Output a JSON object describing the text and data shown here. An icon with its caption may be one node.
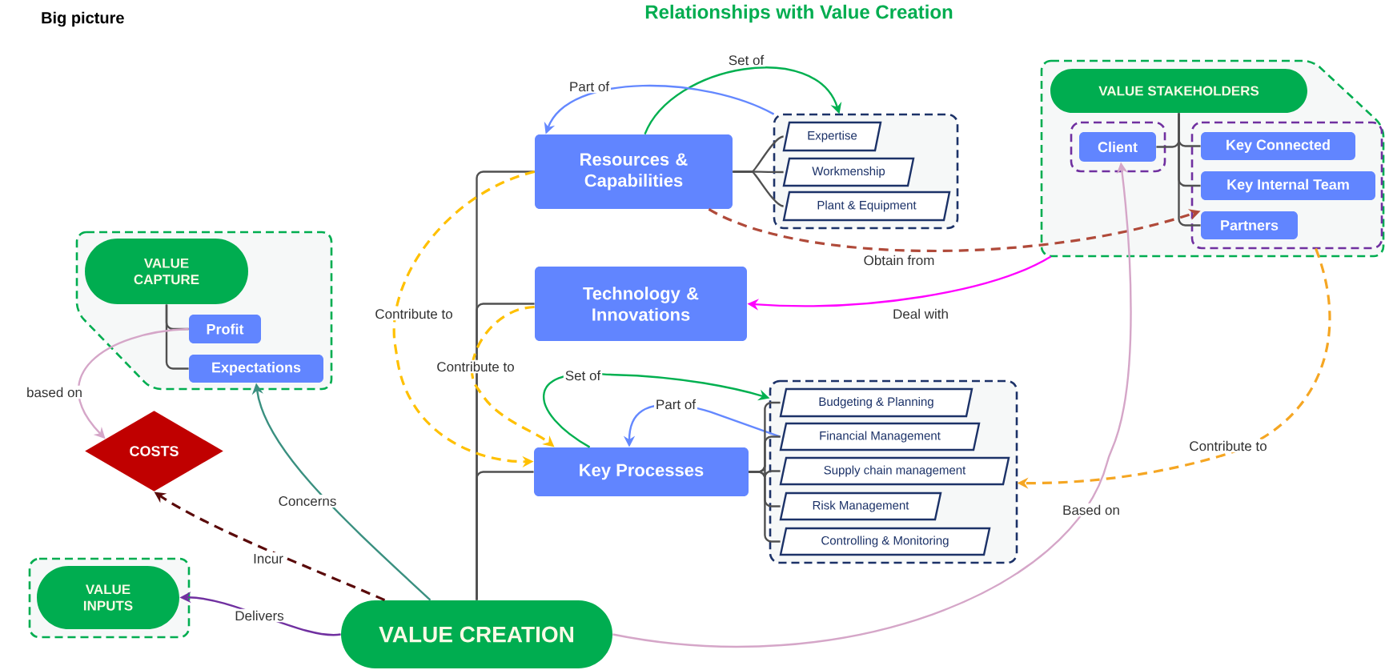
{
  "diagram": {
    "title": "Relationships with Value Creation",
    "nodes": [
      {
        "text": [],
        "shape": "box"
      },
      {
        "text": [
          "VALUE CAPTURE"
        ],
        "in": 0
      },
      {
        "text": [
          "Profit"
        ],
        "in": 0
      },
      {
        "text": [
          "Expectations"
        ],
        "in": 0
      },
      {
        "text": [
          "COSTS"
        ]
      },
      {
        "text": [],
        "shape": "box"
      },
      {
        "text": [
          "VALUE INPUTS"
        ],
        "in": 5
      },
      {
        "text": [
          "VALUE CREATION"
        ]
      },
      {
        "text": [
          "Resources & Capabilities"
        ]
      },
      {
        "text": [
          "Technology & Innovations"
        ]
      },
      {
        "text": [
          "Key Processes"
        ]
      },
      {
        "text": [],
        "shape": "box"
      },
      {
        "text": [
          "Expertise"
        ],
        "in": 11
      },
      {
        "text": [
          "Workmenship"
        ],
        "in": 11
      },
      {
        "text": [
          "Plant & Equipment"
        ],
        "in": 11
      },
      {
        "text": [],
        "shape": "box"
      },
      {
        "text": [
          "Budgeting & Planning"
        ],
        "in": 15
      },
      {
        "text": [
          "Financial Management"
        ],
        "in": 15
      },
      {
        "text": [
          "Supply chain management"
        ],
        "in": 15
      },
      {
        "text": [
          "Risk Management"
        ],
        "in": 15
      },
      {
        "text": [
          "Controlling & Monitoring"
        ],
        "in": 15
      },
      {
        "text": [],
        "shape": "box"
      },
      {
        "text": [
          "VALUE STAKEHOLDERS"
        ],
        "in": 21
      },
      {
        "text": [],
        "shape": "box",
        "in": 21
      },
      {
        "text": [
          "Client"
        ],
        "in": 23
      },
      {
        "text": [],
        "shape": "box",
        "in": 21
      },
      {
        "text": [
          "Key Connected"
        ],
        "in": 25
      },
      {
        "text": [
          "Key Internal Team"
        ],
        "in": 25
      },
      {
        "text": [
          "Partners"
        ],
        "in": 25
      }
    ],
    "edges": [
      {
        "from": 1,
        "to": 2,
        "arrow": "none"
      },
      {
        "from": 1,
        "to": 3,
        "arrow": "none"
      },
      {
        "from": 2,
        "to": 4,
        "arrow": "to",
        "label": "based on",
        "color": "#d5a6c8"
      },
      {
        "from": 7,
        "to": 3,
        "arrow": "to",
        "label": "Concerns",
        "color": "#3a9080"
      },
      {
        "from": 7,
        "to": 4,
        "arrow": "to",
        "label": "Incur",
        "style": "dashed",
        "color": "#5a0a0a"
      },
      {
        "from": 7,
        "to": 6,
        "arrow": "to",
        "label": "Delivers",
        "color": "#7030a0"
      },
      {
        "from": 7,
        "to": 8,
        "arrow": "none"
      },
      {
        "from": 7,
        "to": 9,
        "arrow": "none"
      },
      {
        "from": 7,
        "to": 10,
        "arrow": "none"
      },
      {
        "from": 8,
        "to": 11,
        "arrow": "to",
        "label": "Set of",
        "color": "#00b050"
      },
      {
        "from": 11,
        "to": 8,
        "arrow": "to",
        "label": "Part of",
        "color": "#6488ff"
      },
      {
        "from": 8,
        "to": 12,
        "arrow": "none"
      },
      {
        "from": 8,
        "to": 13,
        "arrow": "none"
      },
      {
        "from": 8,
        "to": 14,
        "arrow": "none"
      },
      {
        "from": 8,
        "to": 28,
        "arrow": "to",
        "label": "Obtain from",
        "style": "dashed",
        "color": "#b04a3a"
      },
      {
        "from": 21,
        "to": 9,
        "arrow": "to",
        "label": "Deal with",
        "color": "#ff00ff"
      },
      {
        "from": 8,
        "to": 10,
        "arrow": "to",
        "label": "Contribute to",
        "style": "dashed",
        "color": "#ffc000"
      },
      {
        "from": 9,
        "to": 10,
        "arrow": "to",
        "label": "Contribute to",
        "style": "dashed",
        "color": "#ffc000"
      },
      {
        "from": 10,
        "to": 15,
        "arrow": "to",
        "label": "Set of",
        "color": "#00b050"
      },
      {
        "from": 17,
        "to": 10,
        "arrow": "to",
        "label": "Part of",
        "color": "#6488ff"
      },
      {
        "from": 10,
        "to": 16,
        "arrow": "none"
      },
      {
        "from": 10,
        "to": 17,
        "arrow": "none"
      },
      {
        "from": 10,
        "to": 18,
        "arrow": "none"
      },
      {
        "from": 10,
        "to": 19,
        "arrow": "none"
      },
      {
        "from": 10,
        "to": 20,
        "arrow": "none"
      },
      {
        "from": 25,
        "to": 15,
        "arrow": "to",
        "label": "Contribute to",
        "style": "dashed",
        "color": "#f5a623"
      },
      {
        "from": 7,
        "to": 24,
        "arrow": "to",
        "label": "Based on",
        "color": "#d5a6c8"
      },
      {
        "from": 22,
        "to": 24,
        "arrow": "none"
      },
      {
        "from": 22,
        "to": 26,
        "arrow": "none"
      },
      {
        "from": 22,
        "to": 27,
        "arrow": "none"
      },
      {
        "from": 22,
        "to": 28,
        "arrow": "none"
      }
    ],
    "labels": [
      "Big picture"
    ]
  }
}
